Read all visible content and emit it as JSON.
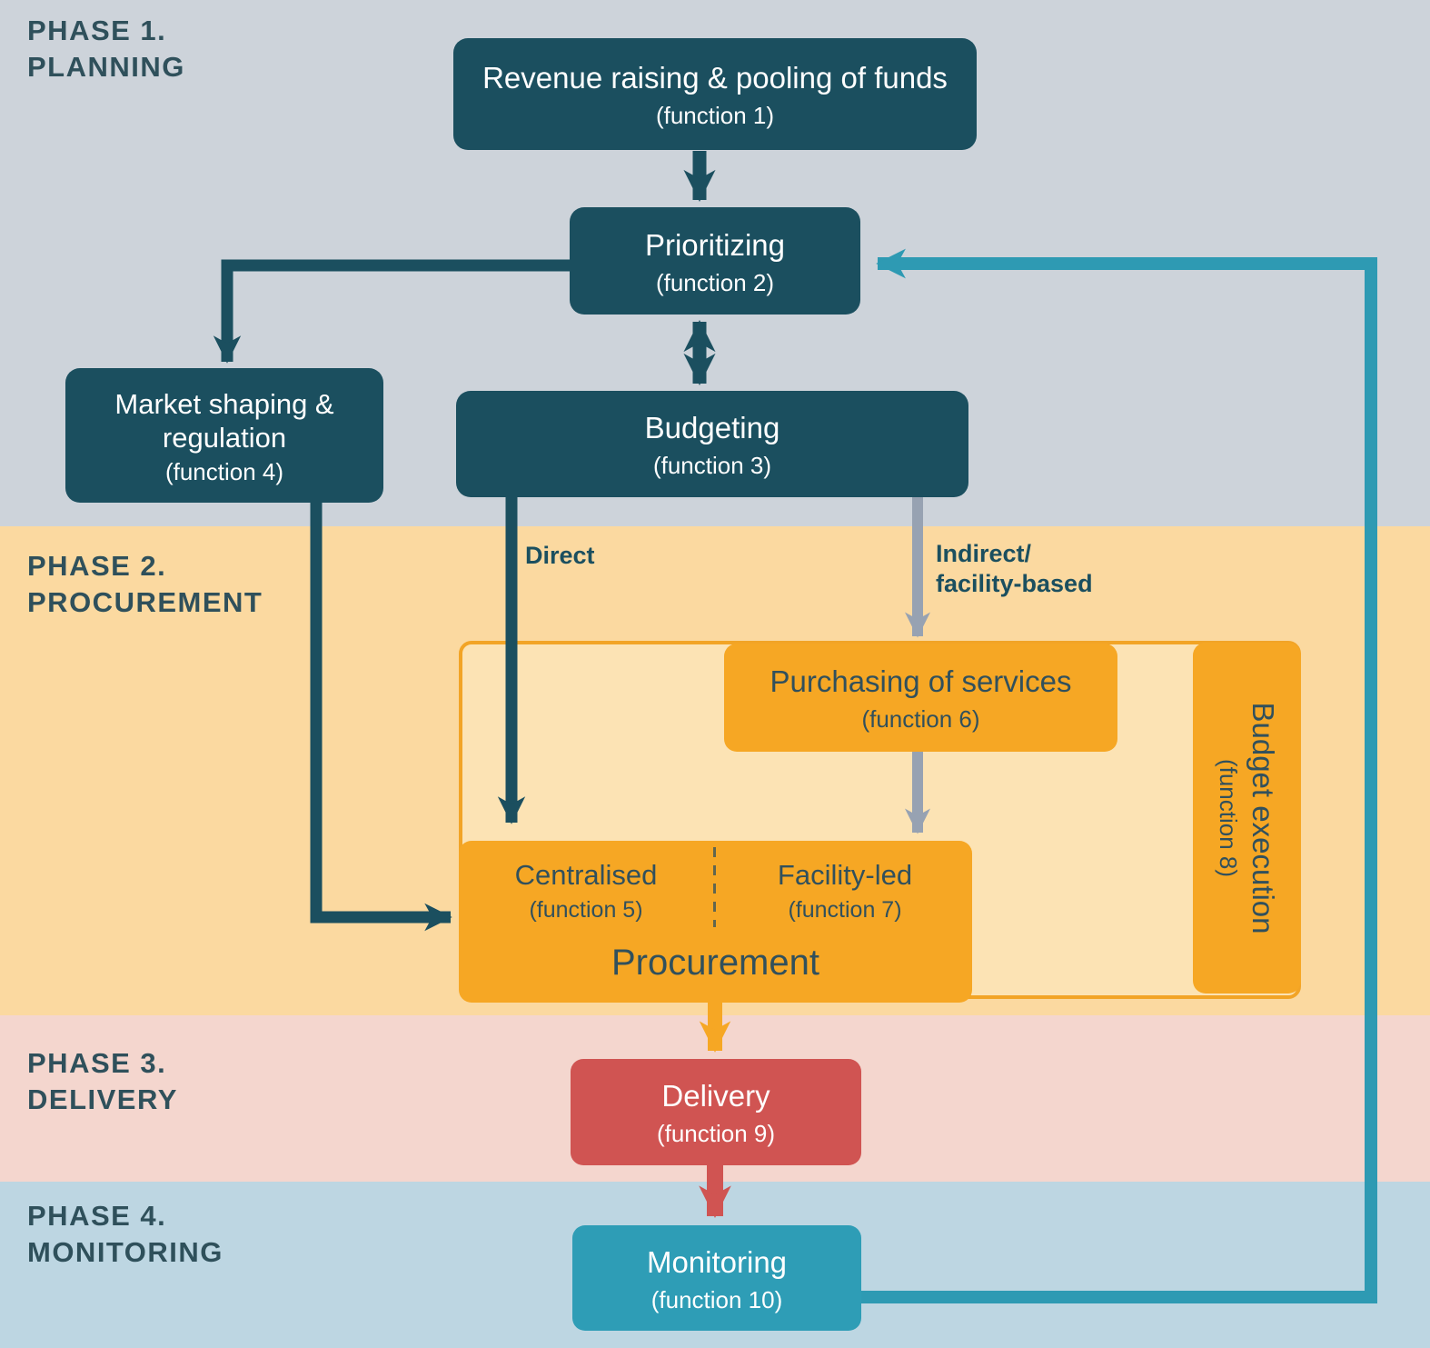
{
  "phases": {
    "p1": {
      "line1": "PHASE 1.",
      "line2": "PLANNING"
    },
    "p2": {
      "line1": "PHASE 2.",
      "line2": "PROCUREMENT"
    },
    "p3": {
      "line1": "PHASE 3.",
      "line2": "DELIVERY"
    },
    "p4": {
      "line1": "PHASE 4.",
      "line2": "MONITORING"
    }
  },
  "nodes": {
    "revenue": {
      "title": "Revenue raising & pooling of funds",
      "subtitle": "(function 1)"
    },
    "prioritizing": {
      "title": "Prioritizing",
      "subtitle": "(function 2)"
    },
    "budgeting": {
      "title": "Budgeting",
      "subtitle": "(function 3)"
    },
    "market_shaping": {
      "title": "Market shaping & regulation",
      "subtitle": "(function 4)"
    },
    "centralised": {
      "title": "Centralised",
      "subtitle": "(function 5)"
    },
    "purchasing": {
      "title": "Purchasing of services",
      "subtitle": "(function 6)"
    },
    "facility_led": {
      "title": "Facility-led",
      "subtitle": "(function 7)"
    },
    "budget_execution": {
      "title": "Budget execution",
      "subtitle": "(function 8)"
    },
    "procurement": {
      "label": "Procurement"
    },
    "delivery": {
      "title": "Delivery",
      "subtitle": "(function 9)"
    },
    "monitoring": {
      "title": "Monitoring",
      "subtitle": "(function 10)"
    }
  },
  "edge_labels": {
    "direct": "Direct",
    "indirect": {
      "line1": "Indirect/",
      "line2": "facility-based"
    }
  },
  "colors": {
    "band_planning": "#cdd3da",
    "band_procurement": "#fbd9a0",
    "band_delivery": "#f4d6ce",
    "band_monitoring": "#bdd6e2",
    "node_dark_teal": "#1b4f5f",
    "node_orange": "#f6a724",
    "node_red": "#d05452",
    "node_cyan": "#2e9db6",
    "group_fill": "#fce3b4",
    "group_border": "#f2a426",
    "orange_box_text": "#31505c",
    "arrow_teal": "#1b4f5f",
    "arrow_gray": "#97a2b2",
    "arrow_orange": "#f6a724",
    "arrow_red": "#d05452",
    "arrow_cyan": "#2e9ab3",
    "phase_label": "#2f505b"
  }
}
